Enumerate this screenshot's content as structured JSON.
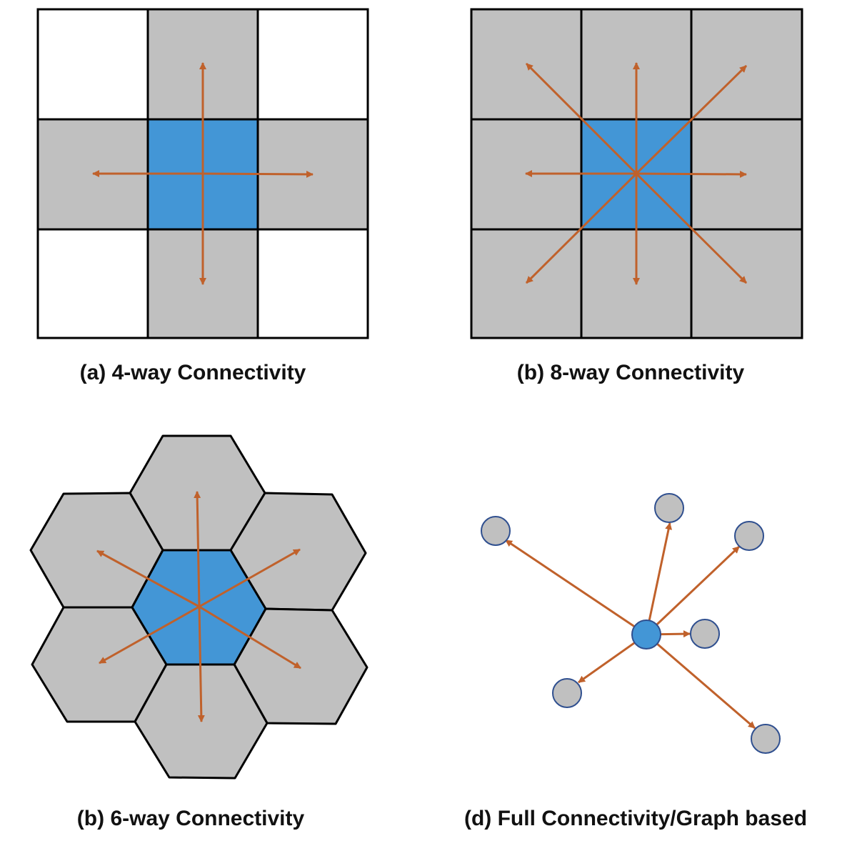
{
  "panels": {
    "a": {
      "caption": "(a) 4-way Connectivity"
    },
    "b": {
      "caption": "(b) 8-way Connectivity"
    },
    "c": {
      "caption": "(b) 6-way Connectivity"
    },
    "d": {
      "caption": "(d) Full Connectivity/Graph based"
    }
  },
  "colors": {
    "center": "#4396D6",
    "neighbor": "#C0C0C0",
    "empty": "#FFFFFF",
    "arrow": "#C0612B",
    "grid_line": "#000000",
    "node_stroke": "#2F4F8F"
  }
}
